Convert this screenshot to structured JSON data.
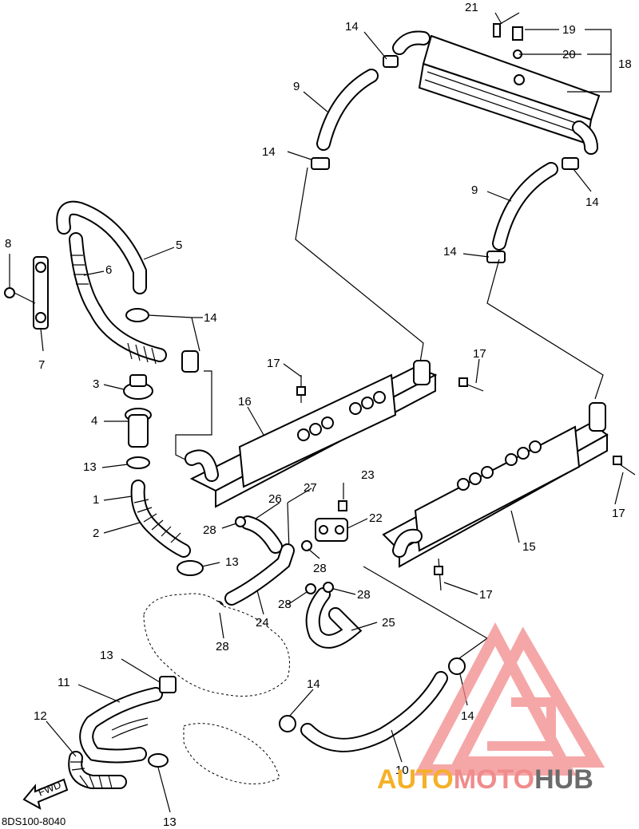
{
  "diagram": {
    "code": "8DS100-8040",
    "fwd_label": "FWD",
    "watermark": {
      "word1": "AUTO",
      "word2": "MOTO",
      "word3": "HUB",
      "color1": "#f5b027",
      "color2": "#f08c8c",
      "color3": "#6b6b6b",
      "logo_color": "#f28a8a"
    },
    "callouts": [
      {
        "id": "c21",
        "text": "21"
      },
      {
        "id": "c19",
        "text": "19"
      },
      {
        "id": "c20",
        "text": "20"
      },
      {
        "id": "c18",
        "text": "18"
      },
      {
        "id": "c14a",
        "text": "14"
      },
      {
        "id": "c9a",
        "text": "9"
      },
      {
        "id": "c14b",
        "text": "14"
      },
      {
        "id": "c9b",
        "text": "9"
      },
      {
        "id": "c14c",
        "text": "14"
      },
      {
        "id": "c14d",
        "text": "14"
      },
      {
        "id": "c8",
        "text": "8"
      },
      {
        "id": "c5",
        "text": "5"
      },
      {
        "id": "c6",
        "text": "6"
      },
      {
        "id": "c7",
        "text": "7"
      },
      {
        "id": "c14e",
        "text": "14"
      },
      {
        "id": "c3",
        "text": "3"
      },
      {
        "id": "c4",
        "text": "4"
      },
      {
        "id": "c17a",
        "text": "17"
      },
      {
        "id": "c16",
        "text": "16"
      },
      {
        "id": "c17b",
        "text": "17"
      },
      {
        "id": "c13a",
        "text": "13"
      },
      {
        "id": "c1",
        "text": "1"
      },
      {
        "id": "c2",
        "text": "2"
      },
      {
        "id": "c27",
        "text": "27"
      },
      {
        "id": "c23",
        "text": "23"
      },
      {
        "id": "c26",
        "text": "26"
      },
      {
        "id": "c22",
        "text": "22"
      },
      {
        "id": "c28a",
        "text": "28"
      },
      {
        "id": "c17c",
        "text": "17"
      },
      {
        "id": "c15",
        "text": "15"
      },
      {
        "id": "c13b",
        "text": "13"
      },
      {
        "id": "c28b",
        "text": "28"
      },
      {
        "id": "c28c",
        "text": "28"
      },
      {
        "id": "c28d",
        "text": "28"
      },
      {
        "id": "c17d",
        "text": "17"
      },
      {
        "id": "c24",
        "text": "24"
      },
      {
        "id": "c25",
        "text": "25"
      },
      {
        "id": "c28e",
        "text": "28"
      },
      {
        "id": "c13c",
        "text": "13"
      },
      {
        "id": "c11",
        "text": "11"
      },
      {
        "id": "c14f",
        "text": "14"
      },
      {
        "id": "c14g",
        "text": "14"
      },
      {
        "id": "c12",
        "text": "12"
      },
      {
        "id": "c10",
        "text": "10"
      },
      {
        "id": "c13d",
        "text": "13"
      }
    ]
  }
}
